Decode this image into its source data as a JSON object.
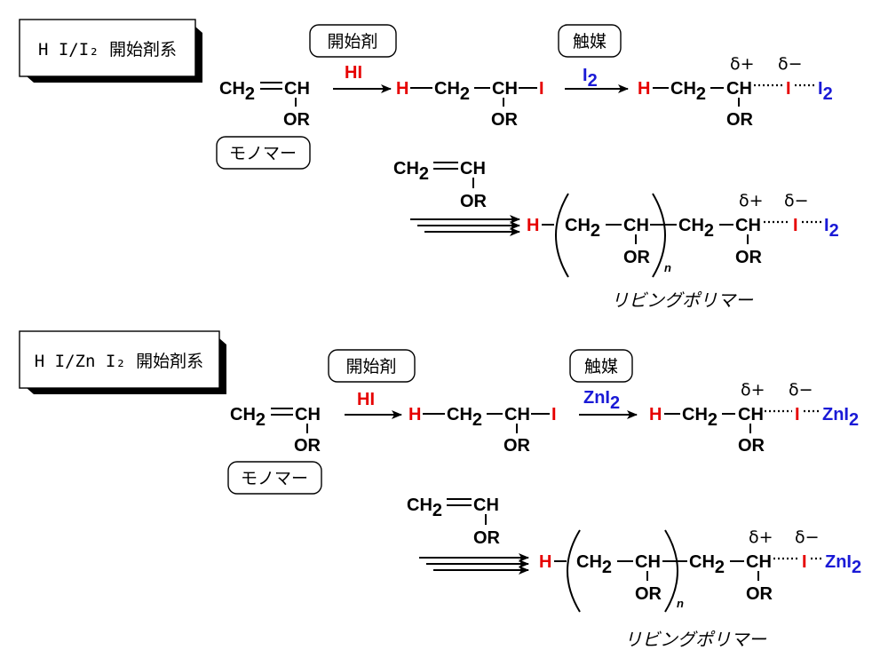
{
  "colors": {
    "red": "#e60000",
    "blue": "#1a1ad6",
    "black": "#000000"
  },
  "sys1": {
    "title": "H I/I₂ 開始剤系",
    "initiator_label": "開始剤",
    "initiator": "HI",
    "catalyst_label": "触媒",
    "catalyst_main": "I",
    "catalyst_sub": "2",
    "monomer_label": "モノマー",
    "counter_main": "I",
    "counter_sub": "2",
    "caption": "リビングポリマー"
  },
  "sys2": {
    "title": "H I/Zn I₂ 開始剤系",
    "initiator_label": "開始剤",
    "initiator": "HI",
    "catalyst_label": "触媒",
    "catalyst_main": "ZnI",
    "catalyst_sub": "2",
    "monomer_label": "モノマー",
    "counter_main": "ZnI",
    "counter_sub": "2",
    "caption": "リビングポリマー"
  },
  "chem": {
    "ch2": "CH",
    "two": "2",
    "ch": "CH",
    "or": "OR",
    "h": "H",
    "i": "I",
    "n": "n",
    "delta_plus": "δ+",
    "delta_minus": "δ−"
  }
}
